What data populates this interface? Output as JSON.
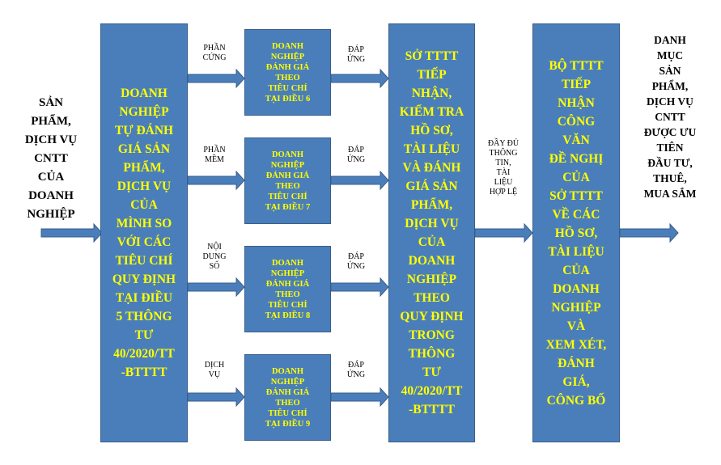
{
  "colors": {
    "box_fill": "#4a7ebb",
    "box_border": "#385d8a",
    "box_text": "#ffff00",
    "arrow_fill": "#4a7ebb"
  },
  "input_text": "SẢN\nPHẨM,\nDỊCH VỤ\nCNTT\nCỦA\nDOANH\nNGHIỆP",
  "output_text": "DANH\nMỤC\nSẢN\nPHẨM,\nDỊCH VỤ\nCNTT\nĐƯỢC ƯU\nTIÊN\nĐẦU TƯ,\nTHUÊ,\nMUA SẮM",
  "box_self_assess": "DOANH\nNGHIỆP\nTỰ ĐÁNH\nGIÁ SẢN\nPHẨM,\nDỊCH VỤ\nCỦA\nMÌNH SO\nVỚI CÁC\nTIÊU CHÍ\nQUY ĐỊNH\nTẠI ĐIỀU\n5 THÔNG\nTƯ\n40/2020/TT\n-BTTTT",
  "branches": [
    {
      "category": "PHẦN\nCỨNG",
      "box": "DOANH\nNGHIỆP\nĐÁNH GIÁ\nTHEO\nTIÊU CHÍ\nTẠI ĐIỀU 6",
      "result": "ĐÁP\nỨNG"
    },
    {
      "category": "PHẦN\nMỀM",
      "box": "DOANH\nNGHIỆP\nĐÁNH GIÁ\nTHEO\nTIÊU CHÍ\nTẠI ĐIỀU 7",
      "result": "ĐÁP\nỨNG"
    },
    {
      "category": "NỘI\nDUNG\nSỐ",
      "box": "DOANH\nNGHIỆP\nĐÁNH GIÁ\nTHEO\nTIÊU CHÍ\nTẠI ĐIỀU 8",
      "result": "ĐÁP\nỨNG"
    },
    {
      "category": "DỊCH\nVỤ",
      "box": "DOANH\nNGHIỆP\nĐÁNH GIÁ\nTHEO\nTIÊU CHÍ\nTẠI ĐIỀU 9",
      "result": "ĐÁP\nỨNG"
    }
  ],
  "box_department": "SỞ TTTT\nTIẾP\nNHẬN,\nKIỂM TRA\nHỒ SƠ,\nTÀI LIỆU\nVÀ ĐÁNH\nGIÁ SẢN\nPHẨM,\nDỊCH VỤ\nCỦA\nDOANH\nNGHIỆP\nTHEO\nQUY ĐỊNH\nTRONG\nTHÔNG\nTƯ\n40/2020/TT\n-BTTTT",
  "transfer_label": "ĐẦY ĐỦ\nTHÔNG\nTIN,\nTÀI\nLIỆU\nHỢP LỆ",
  "box_ministry": "BỘ TTTT\nTIẾP\nNHẬN\nCÔNG\nVĂN\nĐỀ NGHỊ\nCỦA\nSỞ TTTT\nVỀ CÁC\nHỒ SƠ,\nTÀI LIỆU\nCỦA\nDOANH\nNGHIỆP\nVÀ\nXEM XÉT,\nĐÁNH\nGIÁ,\nCÔNG BỐ"
}
